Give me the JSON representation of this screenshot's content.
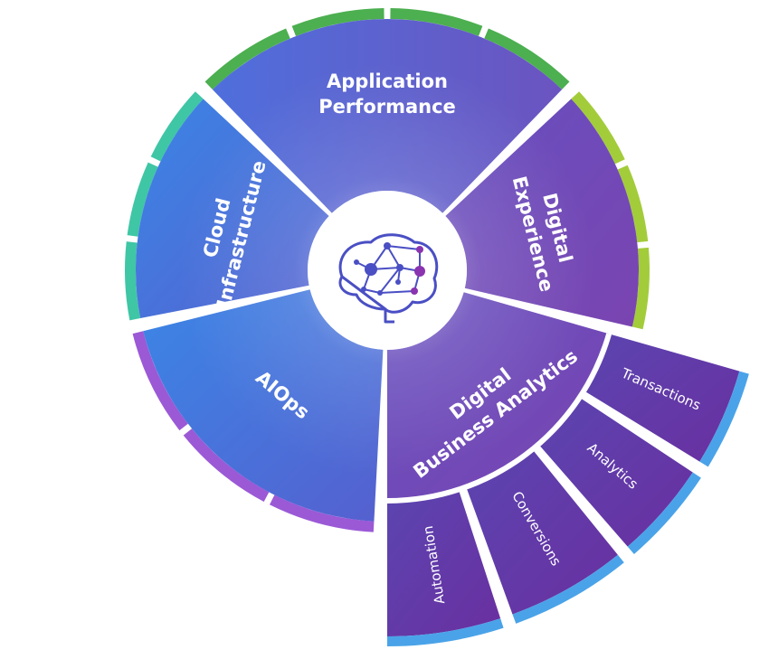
{
  "segments": [
    {
      "id": "application-performance",
      "lines": [
        "Application",
        "Performance"
      ]
    },
    {
      "id": "digital-experience",
      "lines": [
        "Digital",
        "Experience"
      ]
    },
    {
      "id": "digital-business-analytics",
      "lines": [
        "Digital",
        "Business Analytics"
      ]
    },
    {
      "id": "aiops",
      "lines": [
        "AIOps"
      ]
    },
    {
      "id": "cloud-infrastructure",
      "lines": [
        "Cloud",
        "Infrastructure"
      ]
    }
  ],
  "sub_segments": [
    {
      "id": "transactions",
      "label": "Transactions"
    },
    {
      "id": "analytics",
      "label": "Analytics"
    },
    {
      "id": "conversions",
      "label": "Conversions"
    },
    {
      "id": "automation",
      "label": "Automation"
    }
  ],
  "center_icon": "brain-network-icon",
  "colors": {
    "green_rim": "#4caf50",
    "lime_rim": "#a3cc3a",
    "teal_rim": "#3fc6a5",
    "purple_rim": "#9b59d6",
    "blue_rim": "#4aa3e8",
    "blue_fill": "#3f7fe0",
    "indigo_fill": "#5a5fd0",
    "violet_fill": "#6e4bb8",
    "deep_violet": "#5d3aa8"
  }
}
